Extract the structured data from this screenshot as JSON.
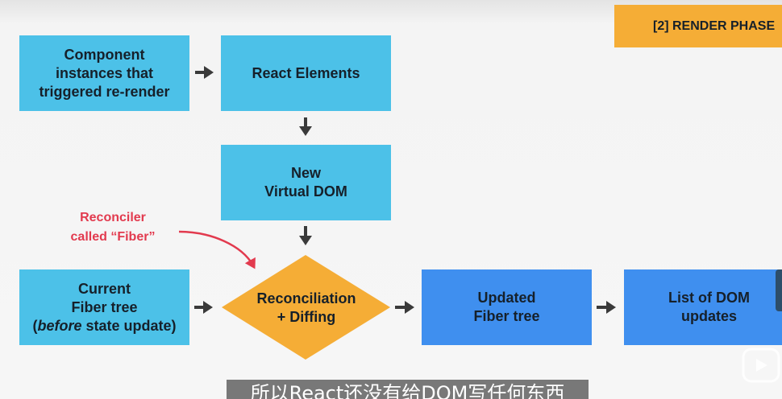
{
  "phase_label": "[2] RENDER PHASE",
  "nodes": {
    "component_instances": [
      "Component",
      "instances that",
      "triggered re-render"
    ],
    "react_elements": [
      "React Elements"
    ],
    "new_virtual_dom": [
      "New",
      "Virtual DOM"
    ],
    "current_fiber_tree": {
      "line1": "Current",
      "line2": "Fiber tree",
      "line3_italic": "before",
      "line3_rest": " state update)",
      "line3_open": "("
    },
    "reconciliation": [
      "Reconciliation",
      "+ Diffing"
    ],
    "updated_fiber_tree": [
      "Updated",
      "Fiber tree"
    ],
    "dom_updates": [
      "List of DOM",
      "updates"
    ]
  },
  "annotation": [
    "Reconciler",
    "called “Fiber”"
  ],
  "subtitle": "所以React还没有给DOM写任何东西",
  "colors": {
    "cyan_box": "#4cc1e8",
    "blue_box": "#3f8fef",
    "diamond": "#f5ad36",
    "annotation": "#e23a4e",
    "arrow": "#3a3a3a"
  }
}
